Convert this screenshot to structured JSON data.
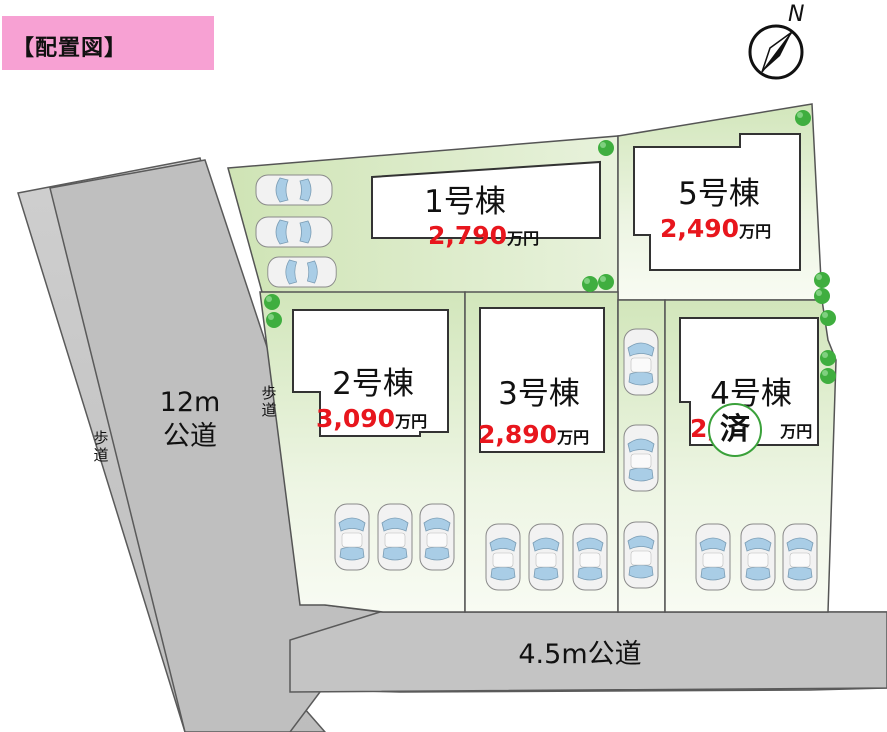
{
  "header": {
    "title": "【配置図】"
  },
  "north": {
    "label": "N"
  },
  "roads": {
    "main_road": {
      "line1": "12m",
      "line2": "公道"
    },
    "bottom_road": "4.5m公道",
    "sidewalk_left": "歩\n道",
    "sidewalk_right": "歩\n道"
  },
  "lots": [
    {
      "id": "1",
      "label": "1号棟",
      "price_number": "2,790",
      "price_unit": "万円",
      "sold": false
    },
    {
      "id": "2",
      "label": "2号棟",
      "price_number": "3,090",
      "price_unit": "万円",
      "sold": false
    },
    {
      "id": "3",
      "label": "3号棟",
      "price_number": "2,890",
      "price_unit": "万円",
      "sold": false
    },
    {
      "id": "4",
      "label": "4号棟",
      "price_number": "2,0",
      "price_unit": "万円",
      "sold": true,
      "sold_label": "済"
    },
    {
      "id": "5",
      "label": "5号棟",
      "price_number": "2,490",
      "price_unit": "万円",
      "sold": false
    }
  ],
  "colors": {
    "header_bg": "#f7a1d3",
    "price_red": "#e8161d",
    "road_gray": "#c9c9c9",
    "lot_green": "#cfe4b7",
    "lot_light": "#f4f9ee",
    "tree_green": "#3fae3f",
    "sold_badge_border": "#3aa13a",
    "car_body": "#f2f2f2",
    "car_glass": "#a9cde6"
  }
}
